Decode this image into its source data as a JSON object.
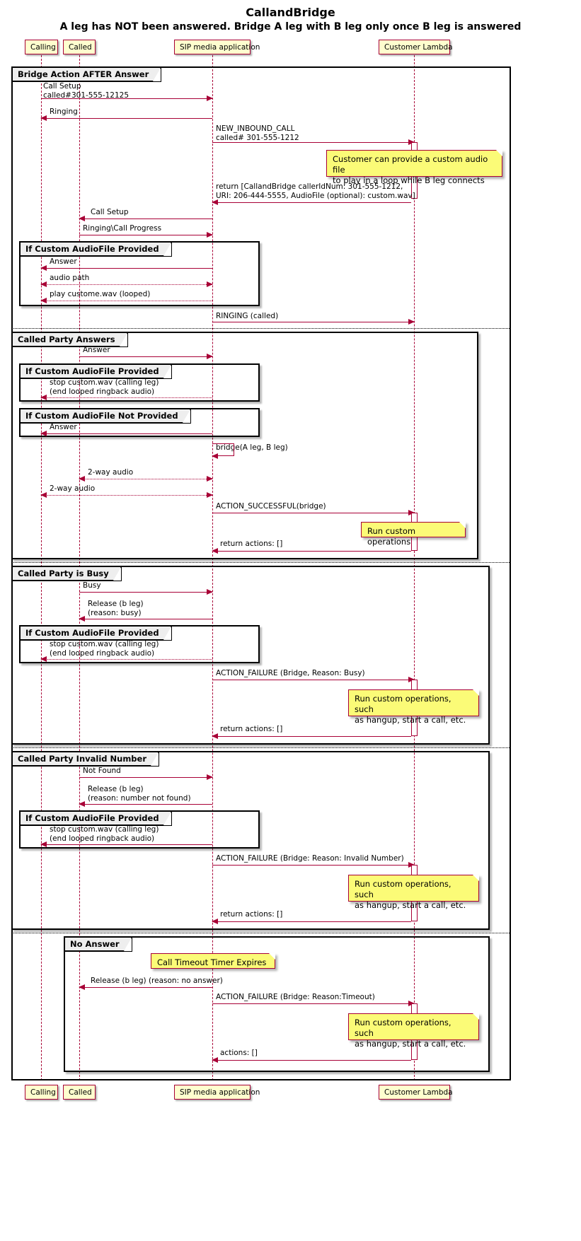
{
  "title": {
    "main": "CallandBridge",
    "sub": "A leg has NOT been answered. Bridge A leg with B leg only once B leg is answered"
  },
  "colors": {
    "accent": "#A80036",
    "note_bg": "#FBFB77",
    "actor_bg": "#FEFECE",
    "group_label_bg": "#EEEEEE"
  },
  "participants": [
    {
      "id": "calling",
      "label": "Calling"
    },
    {
      "id": "called",
      "label": "Called"
    },
    {
      "id": "sip",
      "label": "SIP media application"
    },
    {
      "id": "lambda",
      "label": "Customer Lambda"
    }
  ],
  "groups": [
    {
      "id": "g-outer",
      "label": "Bridge Action AFTER Answer"
    },
    {
      "id": "g-alt1",
      "label": "If Custom AudioFile Provided"
    },
    {
      "id": "g-answers",
      "label": "Called Party Answers"
    },
    {
      "id": "g-alt2",
      "label": "If Custom AudioFile Provided"
    },
    {
      "id": "g-alt3",
      "label": "If Custom AudioFile Not Provided"
    },
    {
      "id": "g-busy",
      "label": "Called Party is Busy"
    },
    {
      "id": "g-alt4",
      "label": "If Custom AudioFile Provided"
    },
    {
      "id": "g-invalid",
      "label": "Called Party Invalid Number"
    },
    {
      "id": "g-alt5",
      "label": "If Custom AudioFile Provided"
    },
    {
      "id": "g-noans",
      "label": "No Answer"
    }
  ],
  "messages": {
    "m1": "Call Setup\ncalled#301-555-12125",
    "m2": "Ringing",
    "m3": "NEW_INBOUND_CALL\ncalled# 301-555-1212",
    "m4": "return [CallandBridge callerIdNum: 301-555-1212,\nURI: 206-444-5555, AudioFile (optional): custom.wav]",
    "m5": "Call Setup",
    "m6": "Ringing\\Call Progress",
    "m7": "Answer",
    "m8": "audio path",
    "m9": "play custome.wav (looped)",
    "m10": "RINGING (called)",
    "m11": "Answer",
    "m12": "stop custom.wav (calling leg)\n(end looped ringback audio)",
    "m13": "Answer",
    "m14": "bridge(A leg, B leg)",
    "m15": "2-way audio",
    "m16": "2-way audio",
    "m17": "ACTION_SUCCESSFUL(bridge)",
    "m18": "return actions: []",
    "m19": "Busy",
    "m20": "Release (b leg)\n(reason: busy)",
    "m21": "stop custom.wav (calling leg)\n(end looped ringback audio)",
    "m22": "ACTION_FAILURE (Bridge, Reason: Busy)",
    "m23": "return actions: []",
    "m24": "Not Found",
    "m25": "Release (b leg)\n(reason: number not found)",
    "m26": "stop custom.wav (calling leg)\n(end looped ringback audio)",
    "m27": "ACTION_FAILURE (Bridge: Reason: Invalid Number)",
    "m28": "return actions: []",
    "m29": "Release (b leg) (reason: no answer)",
    "m30": "ACTION_FAILURE (Bridge: Reason:Timeout)",
    "m31": "actions: []"
  },
  "notes": {
    "n1": "Customer can provide a custom audio file\nto play in a loop while B leg connects",
    "n2": "Run custom operations",
    "n3": "Run custom operations, such\nas hangup, start a call, etc.",
    "n4": "Run custom operations, such\nas hangup, start a call, etc.",
    "n5": "Call Timeout Timer Expires",
    "n6": "Run custom operations, such\nas hangup, start a call, etc."
  }
}
